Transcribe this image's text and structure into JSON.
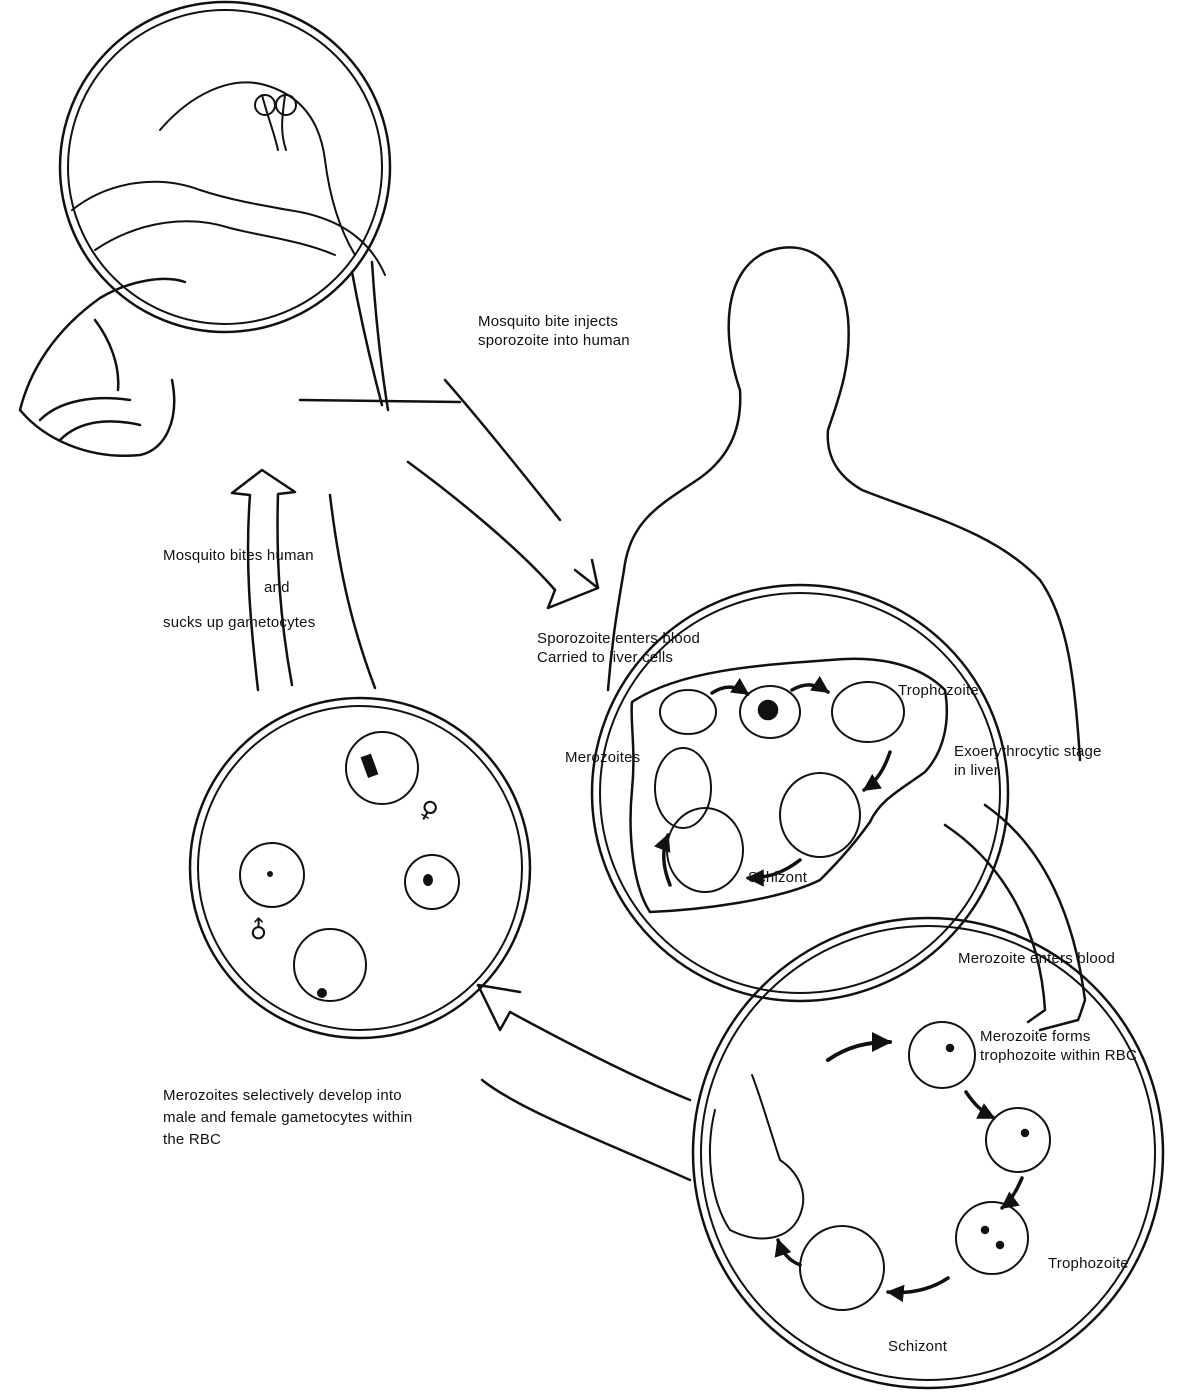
{
  "labels": {
    "mosquito_bite": "Mosquito bite injects\nsporozoite into human",
    "mosquito_bites_human": "Mosquito bites human",
    "and": "and",
    "sucks_up": "sucks up gametocytes",
    "sporozoite_enters": "Sporozoite enters blood\nCarried to liver cells",
    "trophozoite_liver": "Trophozoite",
    "merozoites_liver": "Merozoites",
    "exoerythrocytic": "Exoerythrocytic stage\nin liver",
    "schizont_liver": "Schizont",
    "merozoite_enters_blood": "Merozoite enters blood",
    "merozoite_forms": "Merozoite forms\ntrophozoite within RBC",
    "trophozoite_rbc": "Trophozoite",
    "schizont_rbc": "Schizont",
    "gametocytes_caption": "Merozoites selectively develop into\nmale and female gametocytes within\nthe RBC"
  },
  "symbols": {
    "female": "♀",
    "male": "♂"
  },
  "colors": {
    "ink": "#111111",
    "background": "#ffffff"
  }
}
